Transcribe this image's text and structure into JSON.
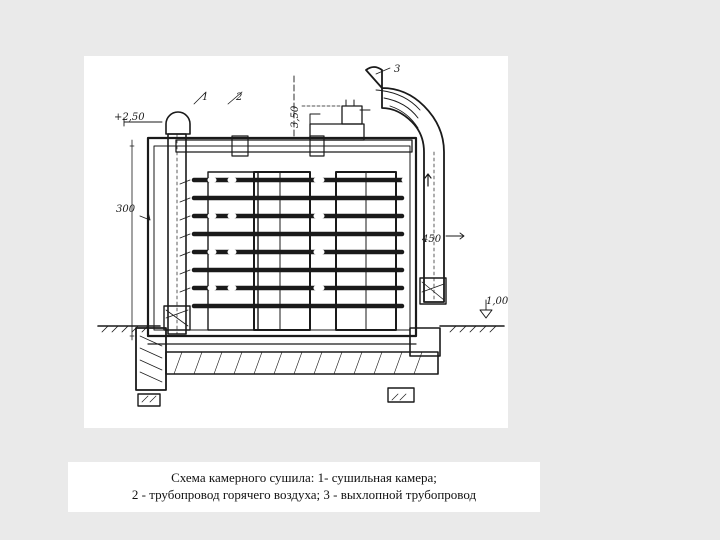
{
  "caption": {
    "line1": "Схема камерного сушила: 1- сушильная камера;",
    "line2": "2 - трубопровод горячего воздуха; 3 - выхлопной трубопровод"
  },
  "diagram": {
    "callout_1": "1",
    "callout_2": "2",
    "callout_3": "3",
    "level_top": "+2,50",
    "level_right": "1,00",
    "dim_left": "300",
    "dim_right": "450",
    "dim_top": "3,50"
  },
  "colors": {
    "background": "#eaeaea",
    "panel": "#ffffff",
    "ink": "#1a1a1a"
  }
}
